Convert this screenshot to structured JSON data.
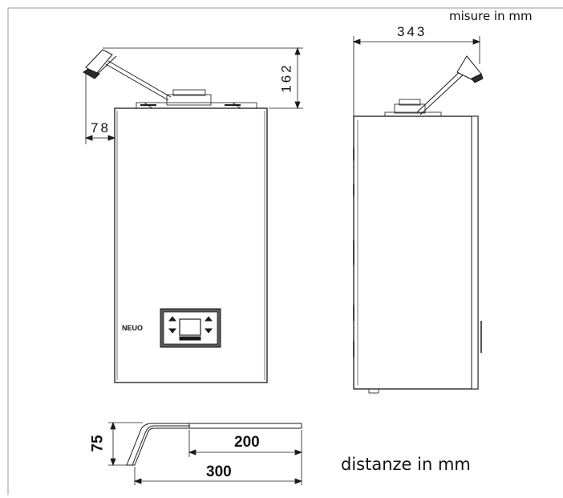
{
  "labels": {
    "top_units": "misure in mm",
    "bottom_units": "distanze in mm",
    "brand": "NEUO"
  },
  "dimensions": {
    "front_left_offset": "78",
    "front_flue_height": "162",
    "side_depth": "343",
    "bracket_height": "75",
    "bracket_inner_length": "200",
    "bracket_total_length": "300"
  },
  "colors": {
    "line": "#1a1a1a",
    "frame": "#9a9a9a",
    "panel_fill": "#ffffff",
    "dark_fill": "#2b2b2b"
  }
}
